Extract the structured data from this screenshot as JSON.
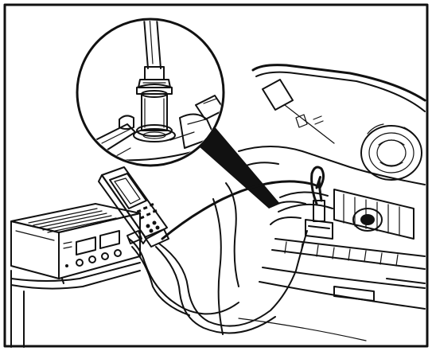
{
  "figure": {
    "kind": "line-art illustration",
    "colors": {
      "ink": "#111111",
      "paper": "#ffffff",
      "shade": "#d9d9d9"
    },
    "components": [
      "battery-charger",
      "diagnostic-tester",
      "test-cable",
      "magnified-detail-circle",
      "engine-compartment"
    ]
  }
}
